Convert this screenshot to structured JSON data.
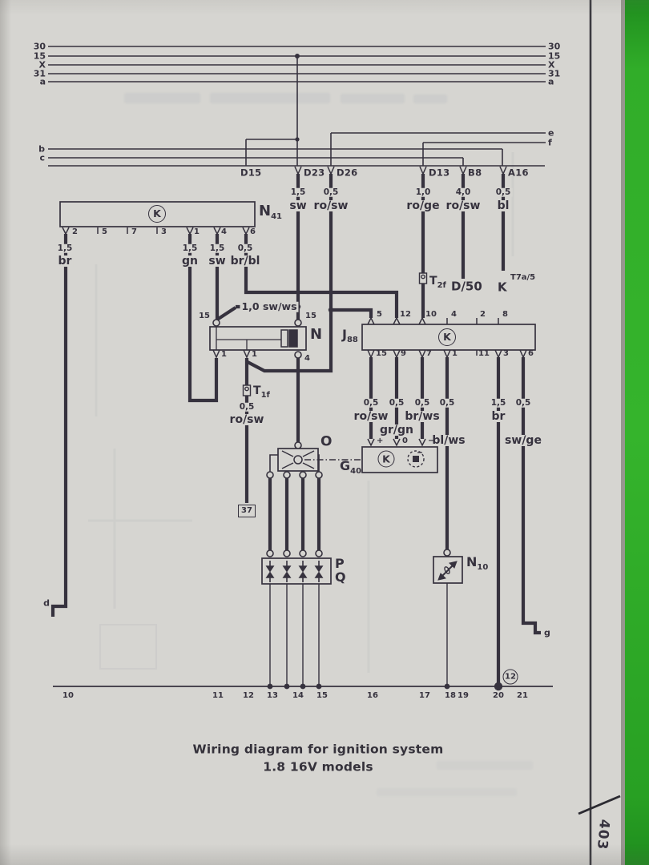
{
  "page": {
    "number": "403",
    "caption_line1": "Wiring diagram for ignition system",
    "caption_line2": "1.8 16V models"
  },
  "colors": {
    "paper": "#d6d5d1",
    "ink": "#36323e",
    "green": "#2aa327"
  },
  "bus": {
    "t30": "30",
    "t15": "15",
    "tx": "X",
    "t31": "31",
    "ta": "a",
    "b": "b",
    "c": "c",
    "e": "e",
    "f": "f",
    "d": "d",
    "g": "g"
  },
  "terminals": {
    "d15": "D15",
    "d23": "D23",
    "d26": "D26",
    "d13": "D13",
    "b8": "B8",
    "a16": "A16"
  },
  "top_wires": {
    "d23_gauge": "1,5",
    "d23_color": "sw",
    "d26_gauge": "0,5",
    "d26_color": "ro/sw",
    "d13_gauge": "1,0",
    "d13_color": "ro/ge",
    "b8_gauge": "4,0",
    "b8_color": "ro/sw",
    "a16_gauge": "0,5",
    "a16_color": "bl"
  },
  "connectors": {
    "t2f_base": "T",
    "t2f_sub": "2f",
    "t1f_base": "T",
    "t1f_sub": "1f",
    "d50": "D/50",
    "k": "K",
    "t7a5": "T7a/5"
  },
  "n41": {
    "name_base": "N",
    "name_sub": "41",
    "k": "K",
    "pins": [
      "2",
      "5",
      "7",
      "3",
      "1",
      "4",
      "6"
    ],
    "w_br_gauge": "1,5",
    "w_br_color": "br",
    "w_gn_gauge": "1,5",
    "w_gn_color": "gn",
    "w_sw_gauge": "1,5",
    "w_sw_color": "sw",
    "w_brbl_gauge": "0,5",
    "w_brbl_color": "br/bl"
  },
  "swws_label": "1,0 sw/ws",
  "coil": {
    "name": "N",
    "pin15l": "15",
    "pin15r": "15",
    "pin1l": "1",
    "pin1m": "1",
    "pin4": "4"
  },
  "t1f_wire": {
    "gauge": "0,5",
    "color": "ro/sw"
  },
  "ground37": "37",
  "j88": {
    "name_base": "J",
    "name_sub": "88",
    "k": "K",
    "top_pins": [
      "5",
      "12",
      "10",
      "4",
      "2",
      "8"
    ],
    "bottom_pins": [
      "15",
      "9",
      "7",
      "1",
      "11",
      "3",
      "6"
    ]
  },
  "j88_wires": [
    {
      "gauge": "0,5",
      "color": "ro/sw"
    },
    {
      "gauge": "0,5",
      "color": "gr/gn"
    },
    {
      "gauge": "0,5",
      "color": "br/ws"
    },
    {
      "gauge": "0,5",
      "color": "bl/ws"
    },
    {
      "gauge": "1,5",
      "color": "br"
    },
    {
      "gauge": "0,5",
      "color": "sw/ge"
    }
  ],
  "g40": {
    "name_base": "G",
    "name_sub": "40",
    "k": "K",
    "plus": "+",
    "zero": "0",
    "minus": "−"
  },
  "distributor": {
    "name": "O"
  },
  "pq": {
    "p": "P",
    "q": "Q"
  },
  "n10": {
    "name_base": "N",
    "name_sub": "10"
  },
  "tracks": [
    "10",
    "11",
    "12",
    "13",
    "14",
    "15",
    "16",
    "17",
    "18",
    "19",
    "20",
    "21"
  ],
  "circled12": "12"
}
